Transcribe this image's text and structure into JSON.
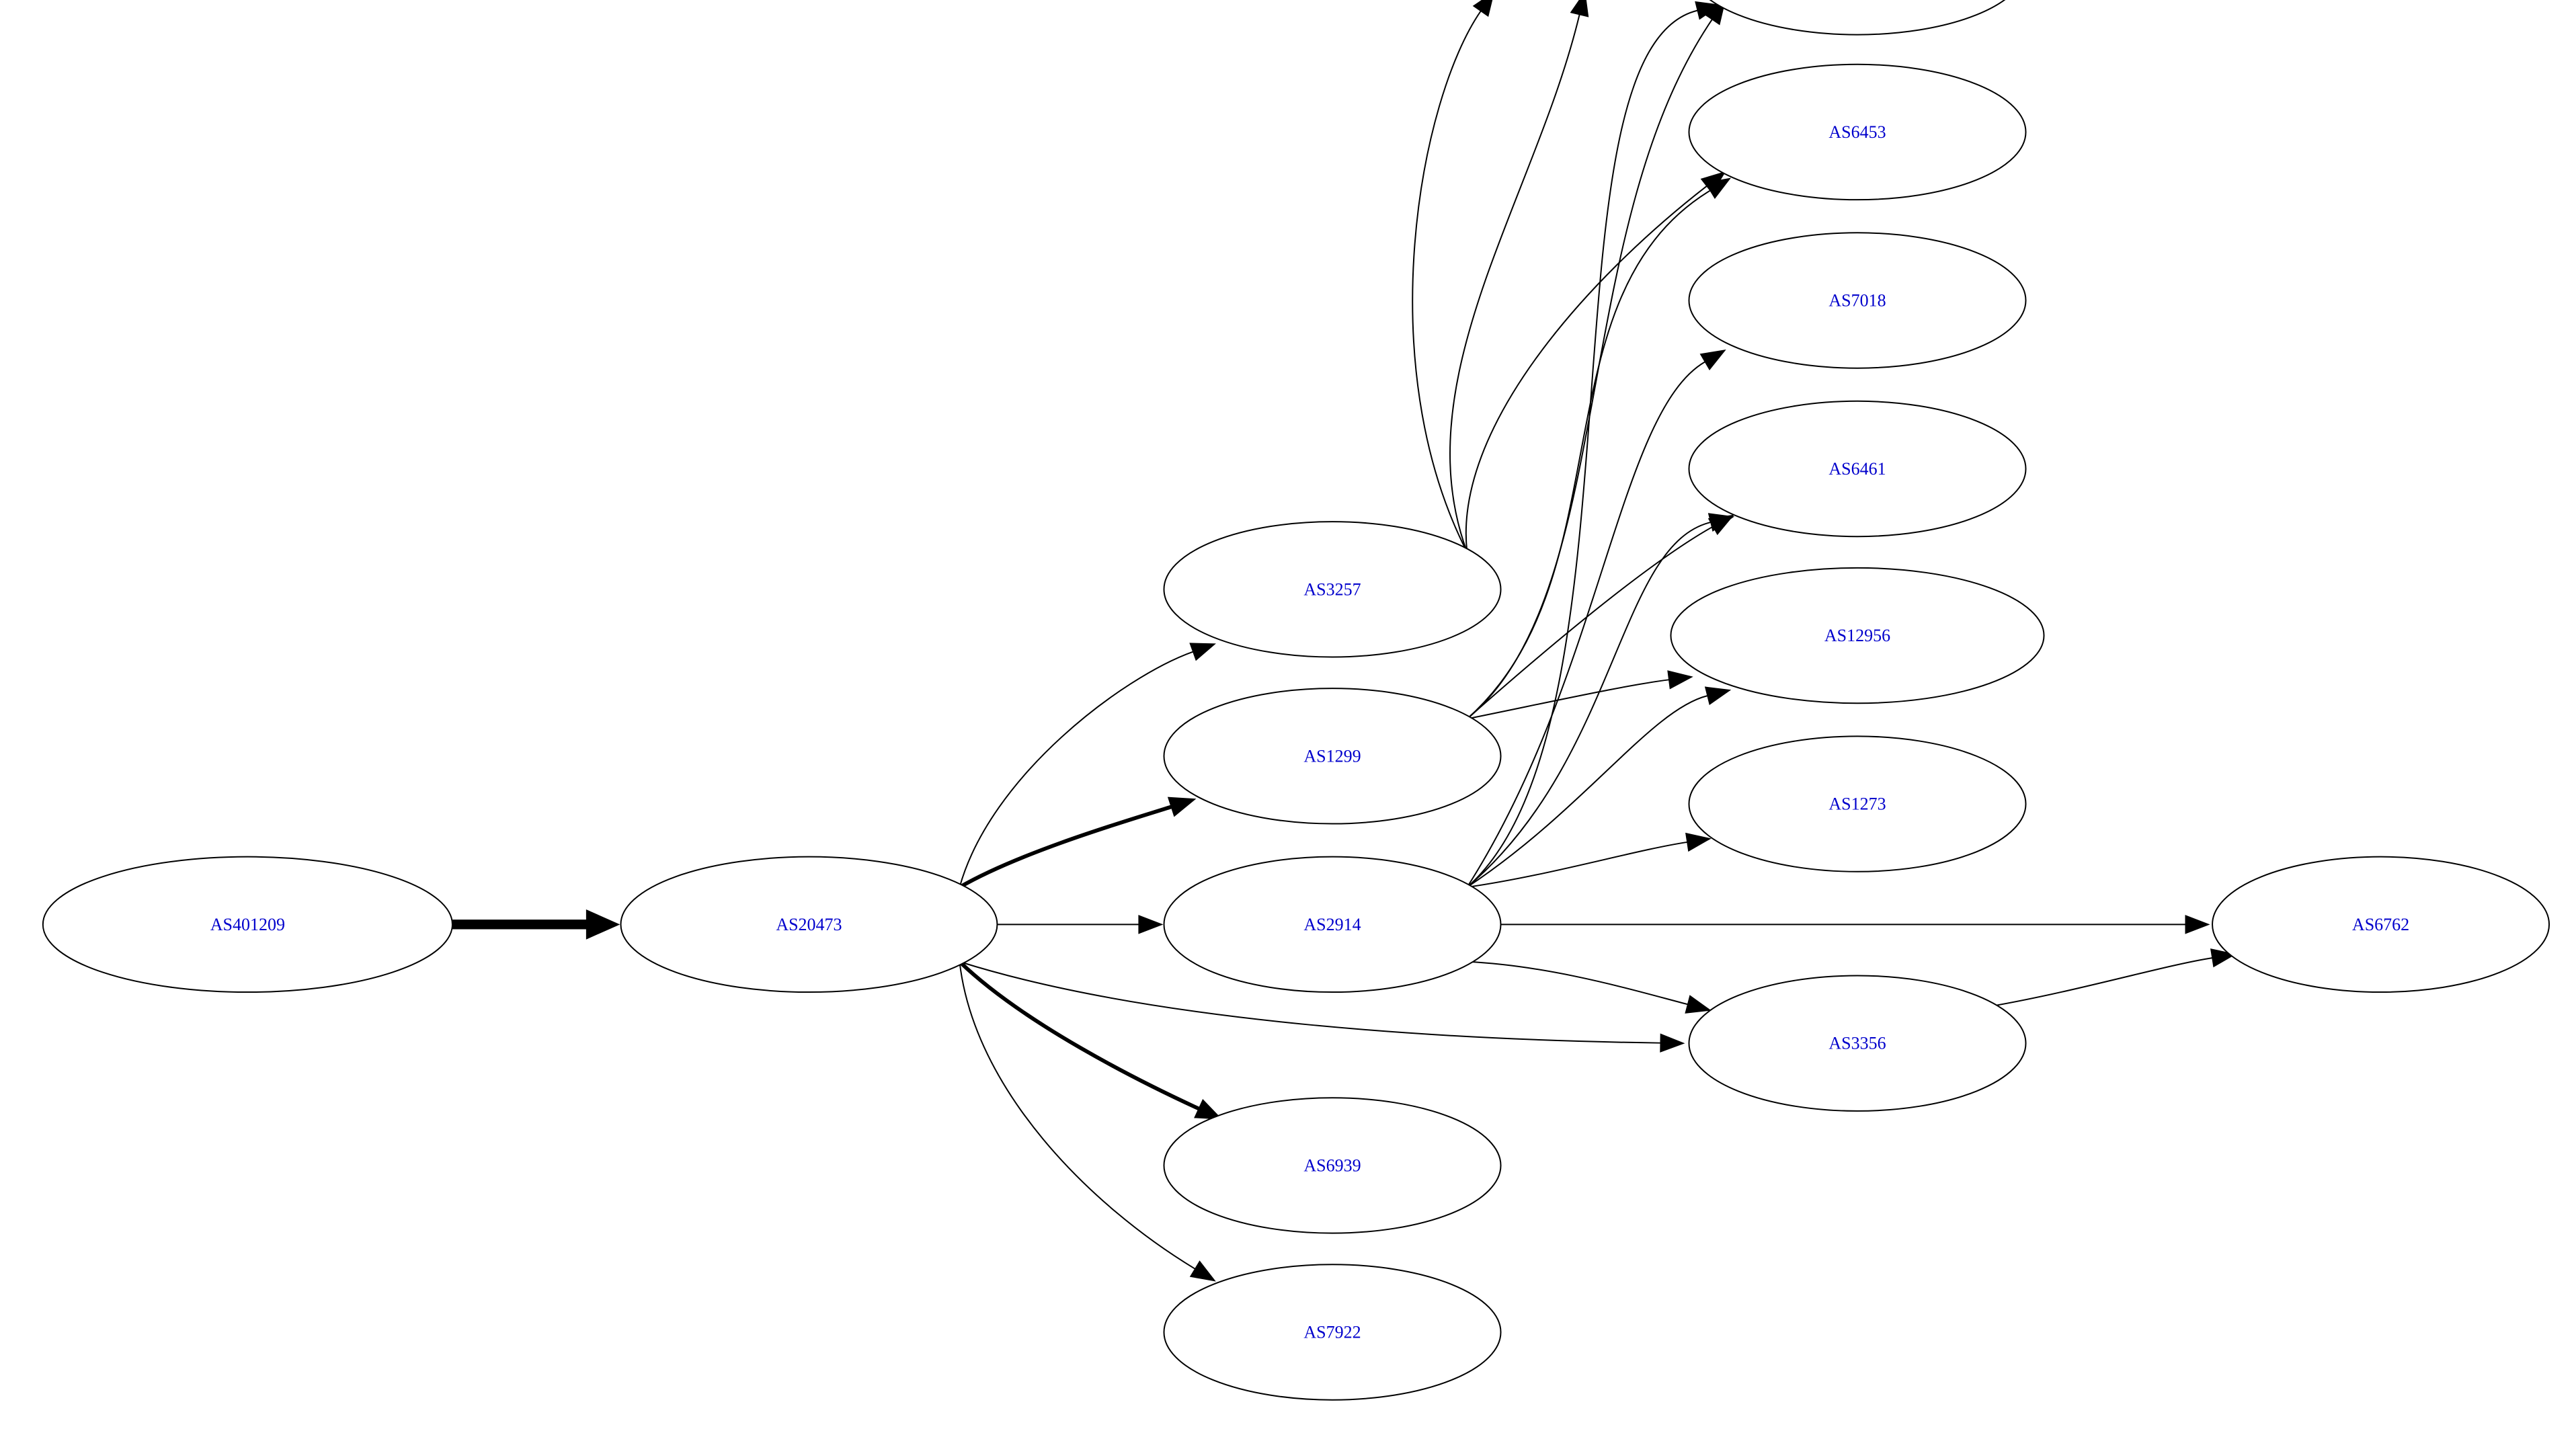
{
  "graph": {
    "nodes": [
      {
        "id": "AS401209",
        "label": "AS401209"
      },
      {
        "id": "AS20473",
        "label": "AS20473"
      },
      {
        "id": "AS3257",
        "label": "AS3257"
      },
      {
        "id": "AS1299",
        "label": "AS1299"
      },
      {
        "id": "AS2914",
        "label": "AS2914"
      },
      {
        "id": "AS6939",
        "label": "AS6939"
      },
      {
        "id": "AS7922",
        "label": "AS7922"
      },
      {
        "id": "AS6453",
        "label": "AS6453"
      },
      {
        "id": "AS7018",
        "label": "AS7018"
      },
      {
        "id": "AS6461",
        "label": "AS6461"
      },
      {
        "id": "AS12956",
        "label": "AS12956"
      },
      {
        "id": "AS1273",
        "label": "AS1273"
      },
      {
        "id": "AS3356",
        "label": "AS3356"
      },
      {
        "id": "AS6762",
        "label": "AS6762"
      },
      {
        "id": "TOP_CUT",
        "label": ""
      }
    ],
    "edges": [
      {
        "from": "AS401209",
        "to": "AS20473",
        "weight": "heavy"
      },
      {
        "from": "AS20473",
        "to": "AS3257",
        "weight": "thin"
      },
      {
        "from": "AS20473",
        "to": "AS1299",
        "weight": "medium"
      },
      {
        "from": "AS20473",
        "to": "AS2914",
        "weight": "thin"
      },
      {
        "from": "AS20473",
        "to": "AS3356",
        "weight": "thin"
      },
      {
        "from": "AS20473",
        "to": "AS6939",
        "weight": "medium"
      },
      {
        "from": "AS20473",
        "to": "AS7922",
        "weight": "thin"
      },
      {
        "from": "AS3257",
        "to": "TOP_CUT",
        "weight": "thin"
      },
      {
        "from": "AS3257",
        "to": "TOP_CUT",
        "weight": "thin"
      },
      {
        "from": "AS3257",
        "to": "AS6453",
        "weight": "thin"
      },
      {
        "from": "AS1299",
        "to": "TOP_CUT",
        "weight": "thin"
      },
      {
        "from": "AS1299",
        "to": "AS6453",
        "weight": "thin"
      },
      {
        "from": "AS1299",
        "to": "AS6461",
        "weight": "thin"
      },
      {
        "from": "AS1299",
        "to": "AS12956",
        "weight": "thin"
      },
      {
        "from": "AS2914",
        "to": "TOP_CUT",
        "weight": "thin"
      },
      {
        "from": "AS2914",
        "to": "AS7018",
        "weight": "thin"
      },
      {
        "from": "AS2914",
        "to": "AS6461",
        "weight": "thin"
      },
      {
        "from": "AS2914",
        "to": "AS12956",
        "weight": "thin"
      },
      {
        "from": "AS2914",
        "to": "AS1273",
        "weight": "thin"
      },
      {
        "from": "AS2914",
        "to": "AS6762",
        "weight": "thin"
      },
      {
        "from": "AS2914",
        "to": "AS3356",
        "weight": "thin"
      },
      {
        "from": "AS3356",
        "to": "AS6762",
        "weight": "thin"
      }
    ]
  },
  "colors": {
    "label": "#0000cc",
    "stroke": "#000000",
    "background": "#ffffff"
  }
}
